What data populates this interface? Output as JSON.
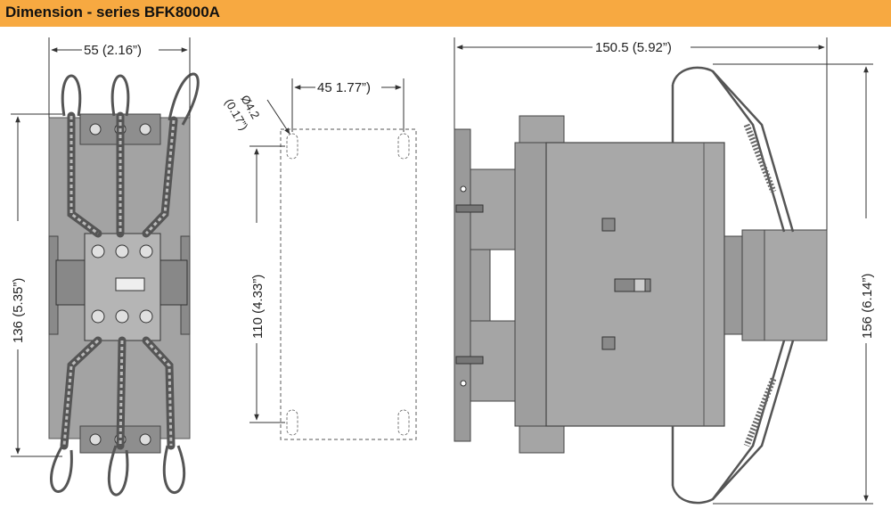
{
  "header": {
    "title": "Dimension - series BFK8000A"
  },
  "dimensions": {
    "front_width": "55 (2.16”)",
    "front_height": "136 (5.35”)",
    "hole_spacing": "45 1.77”)",
    "hole_diameter_mm": "Ø4.2",
    "hole_diameter_in": "(0.17”)",
    "hole_height": "110 (4.33”)",
    "side_depth": "150.5 (5.92”)",
    "side_height": "156 (6.14”)"
  },
  "colors": {
    "header_bg": "#f7a941",
    "body_gray": "#9a9a9a",
    "dark_gray": "#6e6e6e",
    "line": "#333333"
  }
}
